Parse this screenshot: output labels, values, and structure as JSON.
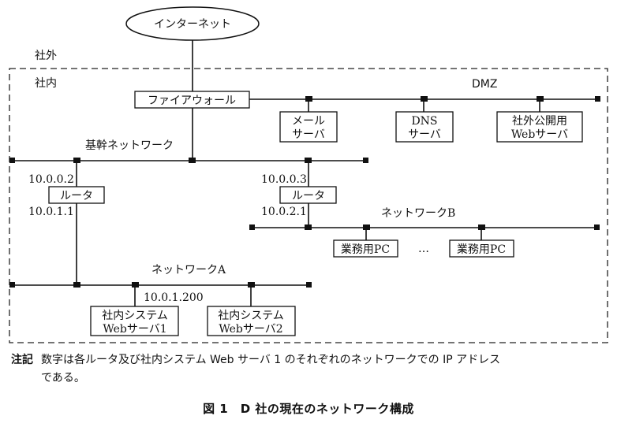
{
  "diagram": {
    "internet": "インターネット",
    "zone_outside": "社外",
    "zone_inside": "社内",
    "zone_dmz": "DMZ",
    "firewall": "ファイアウォール",
    "mail_server": [
      "メール",
      "サーバ"
    ],
    "dns_server": [
      "DNS",
      "サーバ"
    ],
    "public_web_server": [
      "社外公開用",
      "Webサーバ"
    ],
    "backbone_label": "基幹ネットワーク",
    "router_a_label": "ルータ",
    "router_b_label": "ルータ",
    "ip_router_a_backbone": "10.0.0.2",
    "ip_router_a_net": "10.0.1.1",
    "ip_router_b_backbone": "10.0.0.3",
    "ip_router_b_net": "10.0.2.1",
    "network_b_label": "ネットワークB",
    "network_a_label": "ネットワークA",
    "business_pc_1": "業務用PC",
    "business_pc_2": "業務用PC",
    "ellipsis": "…",
    "ip_web1": "10.0.1.200",
    "internal_web1": [
      "社内システム",
      "Webサーバ1"
    ],
    "internal_web2": [
      "社内システム",
      "Webサーバ2"
    ]
  },
  "note": {
    "head": "注記",
    "line1": "数字は各ルータ及び社内システム Web サーバ 1 のそれぞれのネットワークでの IP アドレス",
    "line2": "である。"
  },
  "caption": "図 1　D 社の現在のネットワーク構成"
}
